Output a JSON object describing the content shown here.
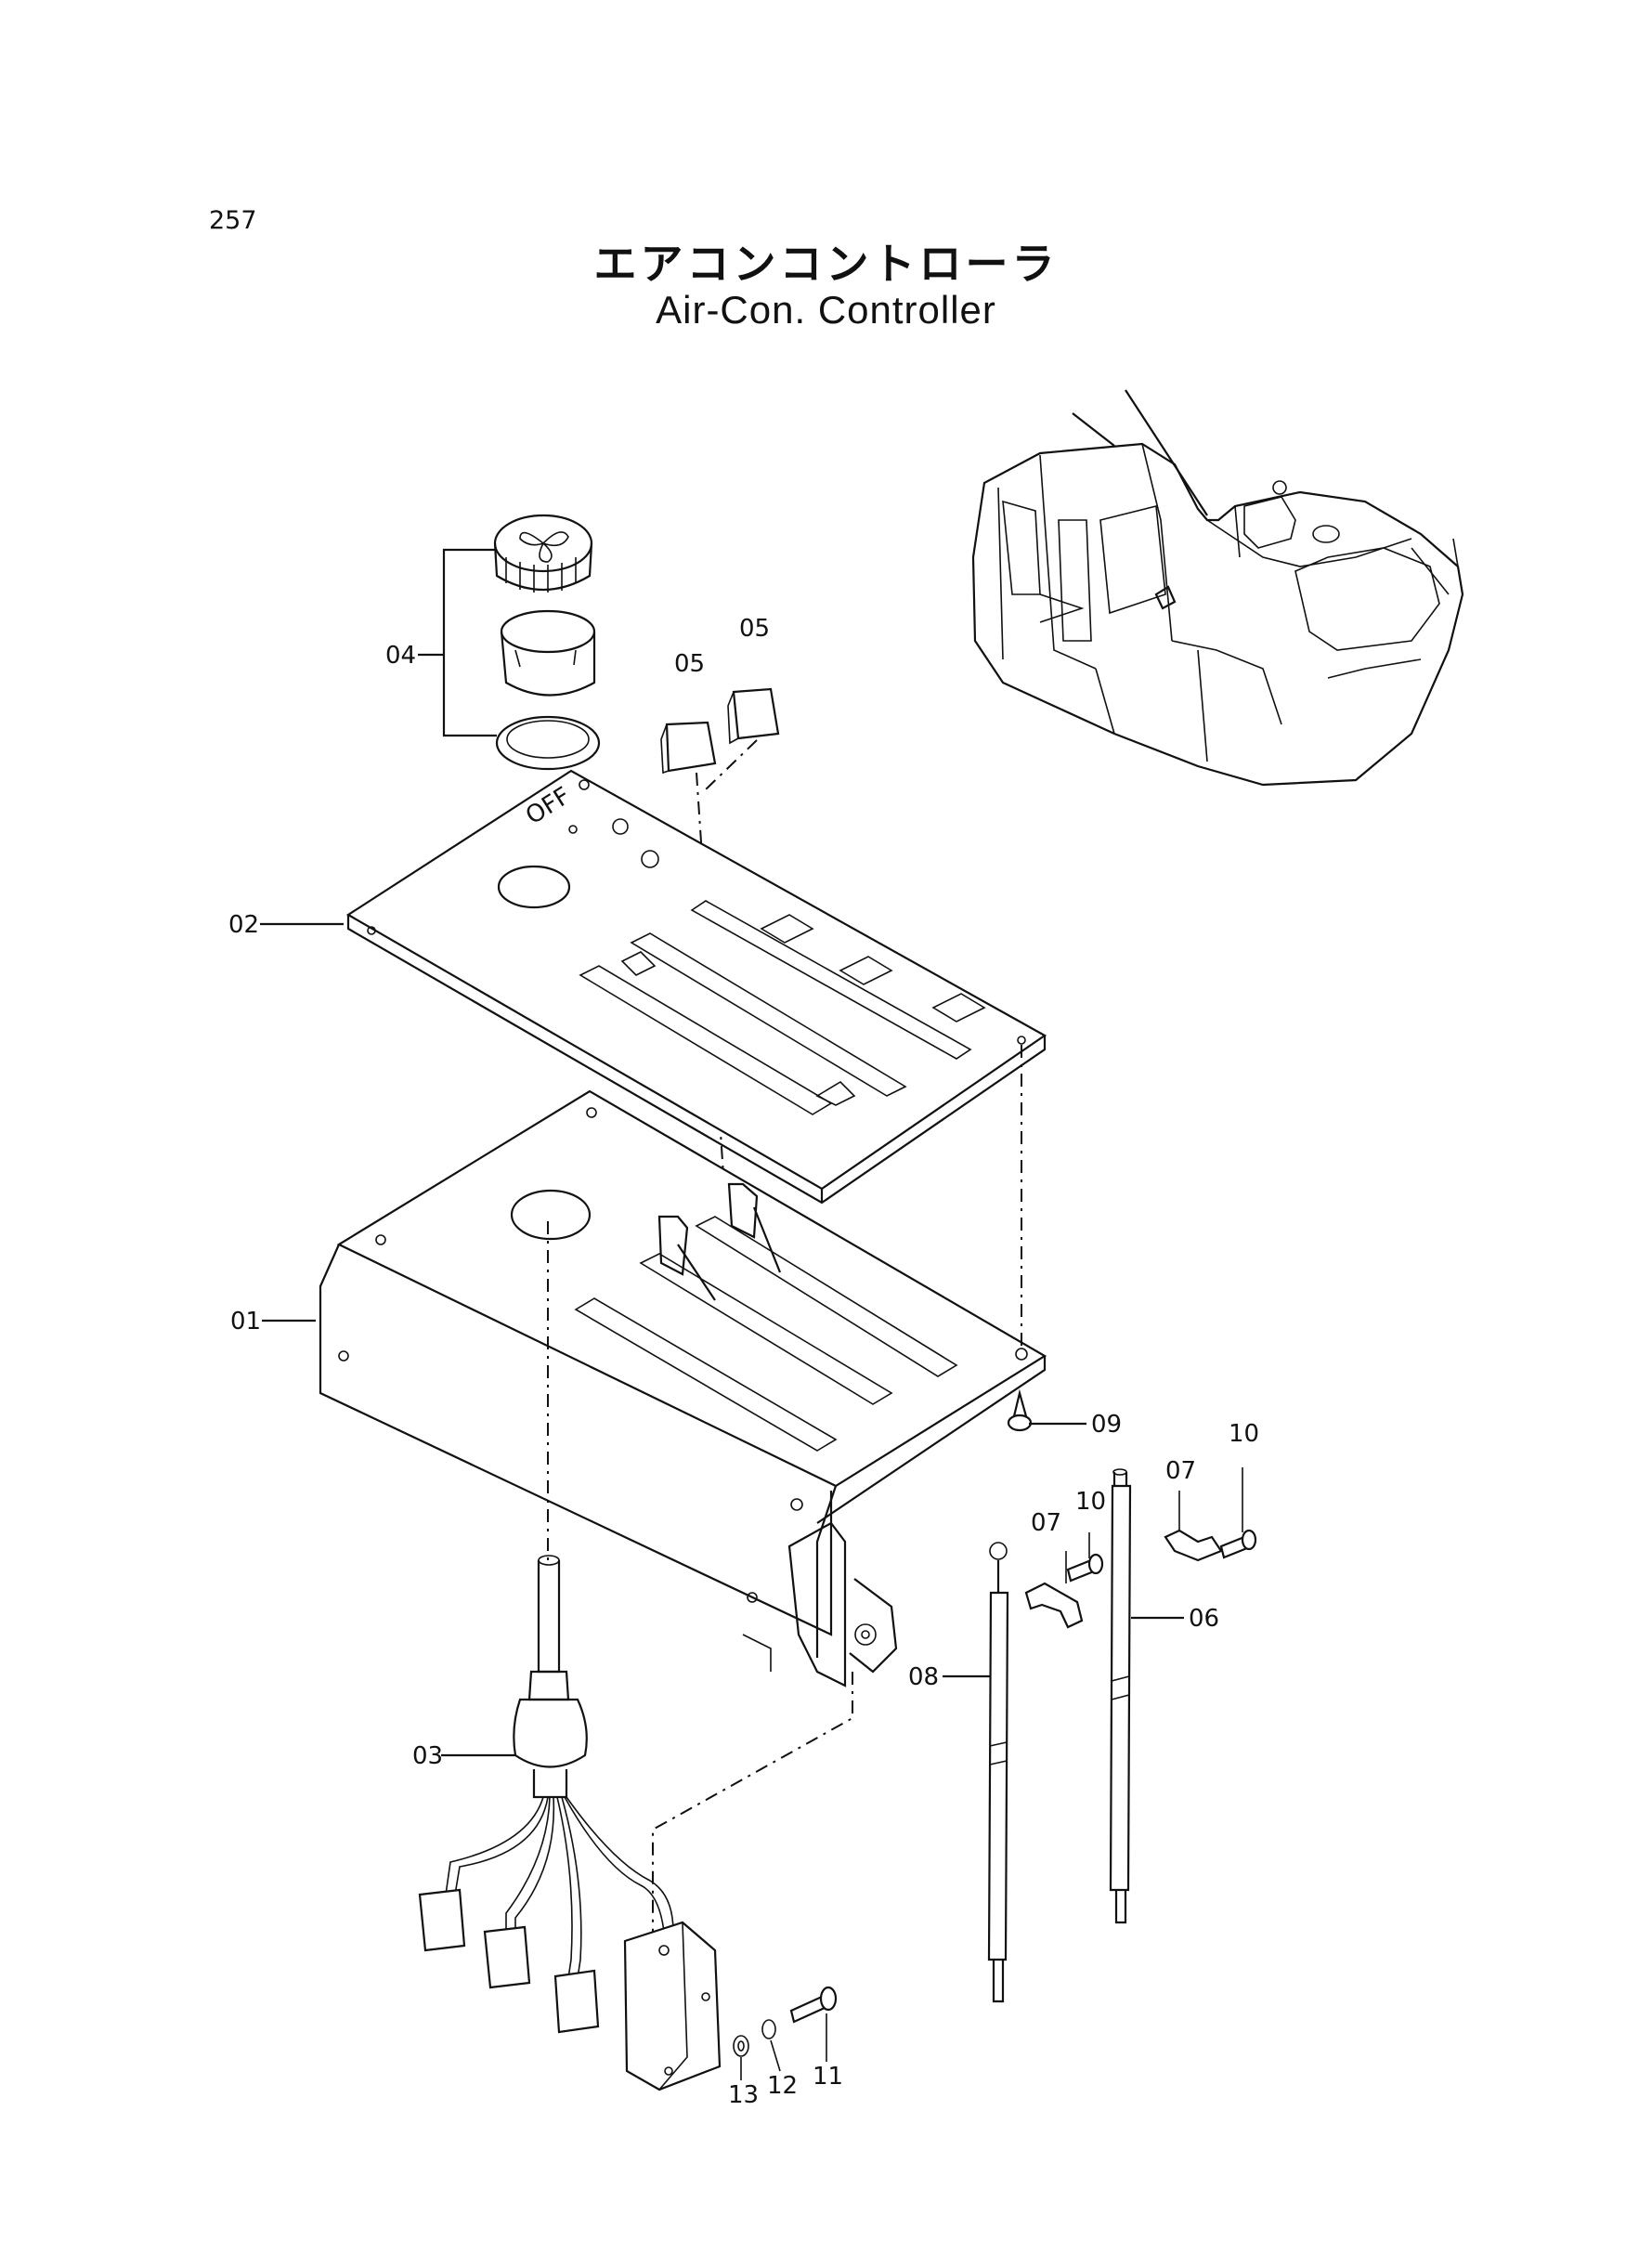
{
  "page": {
    "number": "257",
    "title_jp": "エアコンコントローラ",
    "title_en": "Air-Con. Controller"
  },
  "panel_marking": "OFF",
  "callouts": {
    "c01": "01",
    "c02": "02",
    "c03": "03",
    "c04": "04",
    "c05a": "05",
    "c05b": "05",
    "c06": "06",
    "c07a": "07",
    "c07b": "07",
    "c08": "08",
    "c09": "09",
    "c10a": "10",
    "c10b": "10",
    "c11": "11",
    "c12": "12",
    "c13": "13"
  }
}
